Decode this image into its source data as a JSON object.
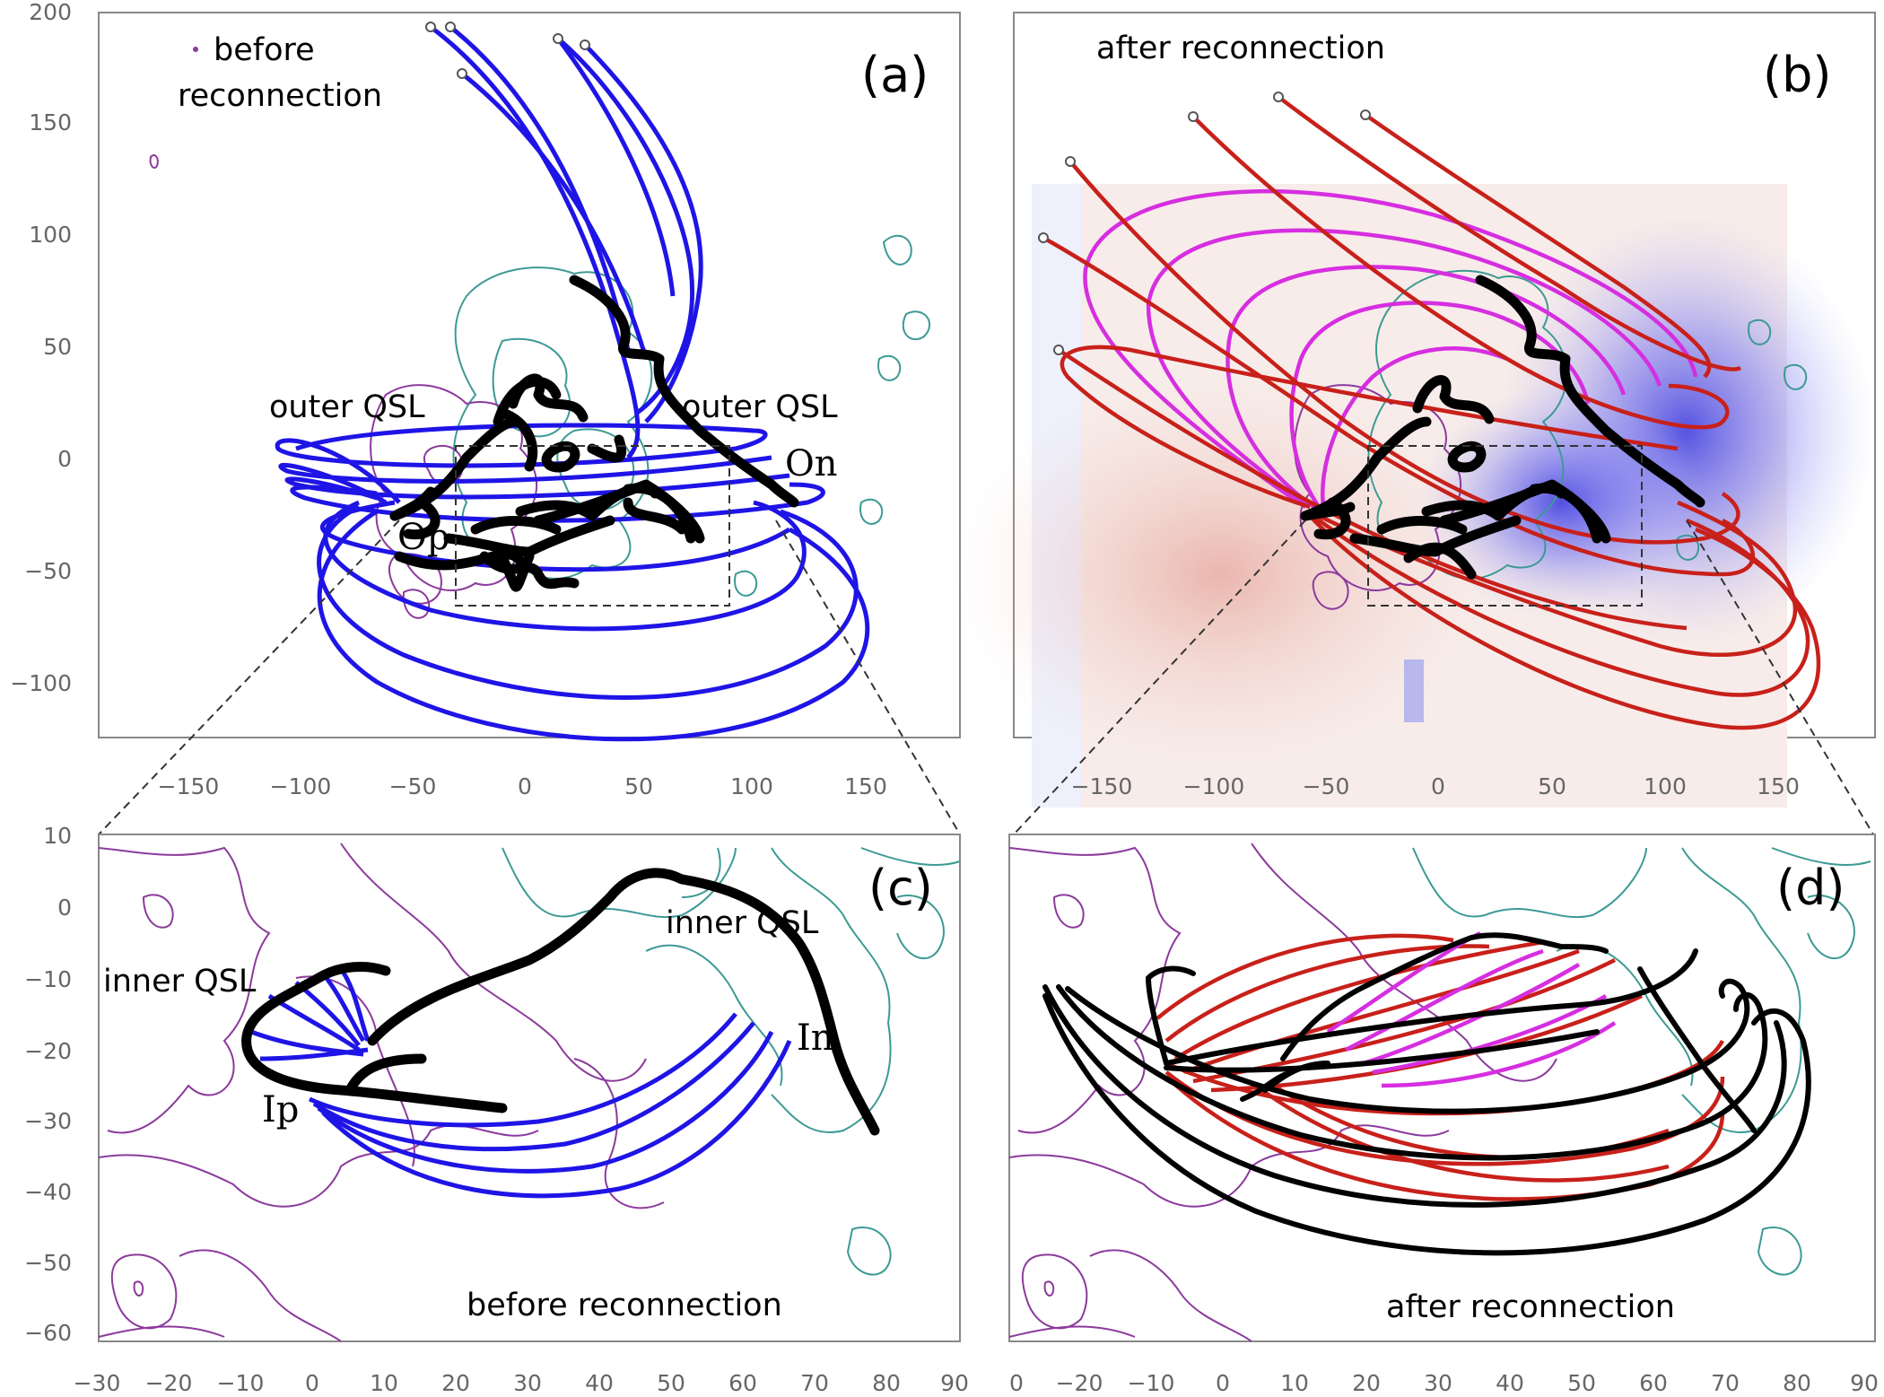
{
  "panels": {
    "a": {
      "tag": "(a)",
      "legend_line1": "before",
      "legend_line2": "reconnection",
      "qsl_left": "outer QSL",
      "qsl_right": "outer QSL",
      "label_p": "Op",
      "label_n": "On",
      "yticks": [
        "200",
        "150",
        "100",
        "50",
        "0",
        "−50",
        "−100"
      ],
      "xticks": [
        "−150",
        "−100",
        "−50",
        "0",
        "50",
        "100",
        "150"
      ]
    },
    "b": {
      "tag": "(b)",
      "title": "after reconnection",
      "xticks": [
        "−150",
        "−100",
        "−50",
        "0",
        "50",
        "100",
        "150"
      ]
    },
    "c": {
      "tag": "(c)",
      "qsl_left": "inner QSL",
      "qsl_right": "inner QSL",
      "label_p": "Ip",
      "label_n": "In",
      "caption": "before reconnection",
      "yticks": [
        "10",
        "0",
        "−10",
        "−20",
        "−30",
        "−40",
        "−50",
        "−60"
      ],
      "xticks": [
        "−30",
        "−20",
        "−10",
        "0",
        "10",
        "20",
        "30",
        "40",
        "50",
        "60",
        "70",
        "80",
        "90"
      ]
    },
    "d": {
      "tag": "(d)",
      "caption": "after reconnection",
      "xticks": [
        "0",
        "−20",
        "−10",
        "0",
        "10",
        "20",
        "30",
        "40",
        "50",
        "60",
        "70",
        "80",
        "90"
      ]
    }
  },
  "colors": {
    "before_field_lines": "#1f14e6",
    "after_field_lines": "#c8201a",
    "after_inner_lines": "#d62ee0",
    "positive_contour": "#8c3a9c",
    "negative_contour": "#3c9a94",
    "qsl_trace": "#000000"
  }
}
